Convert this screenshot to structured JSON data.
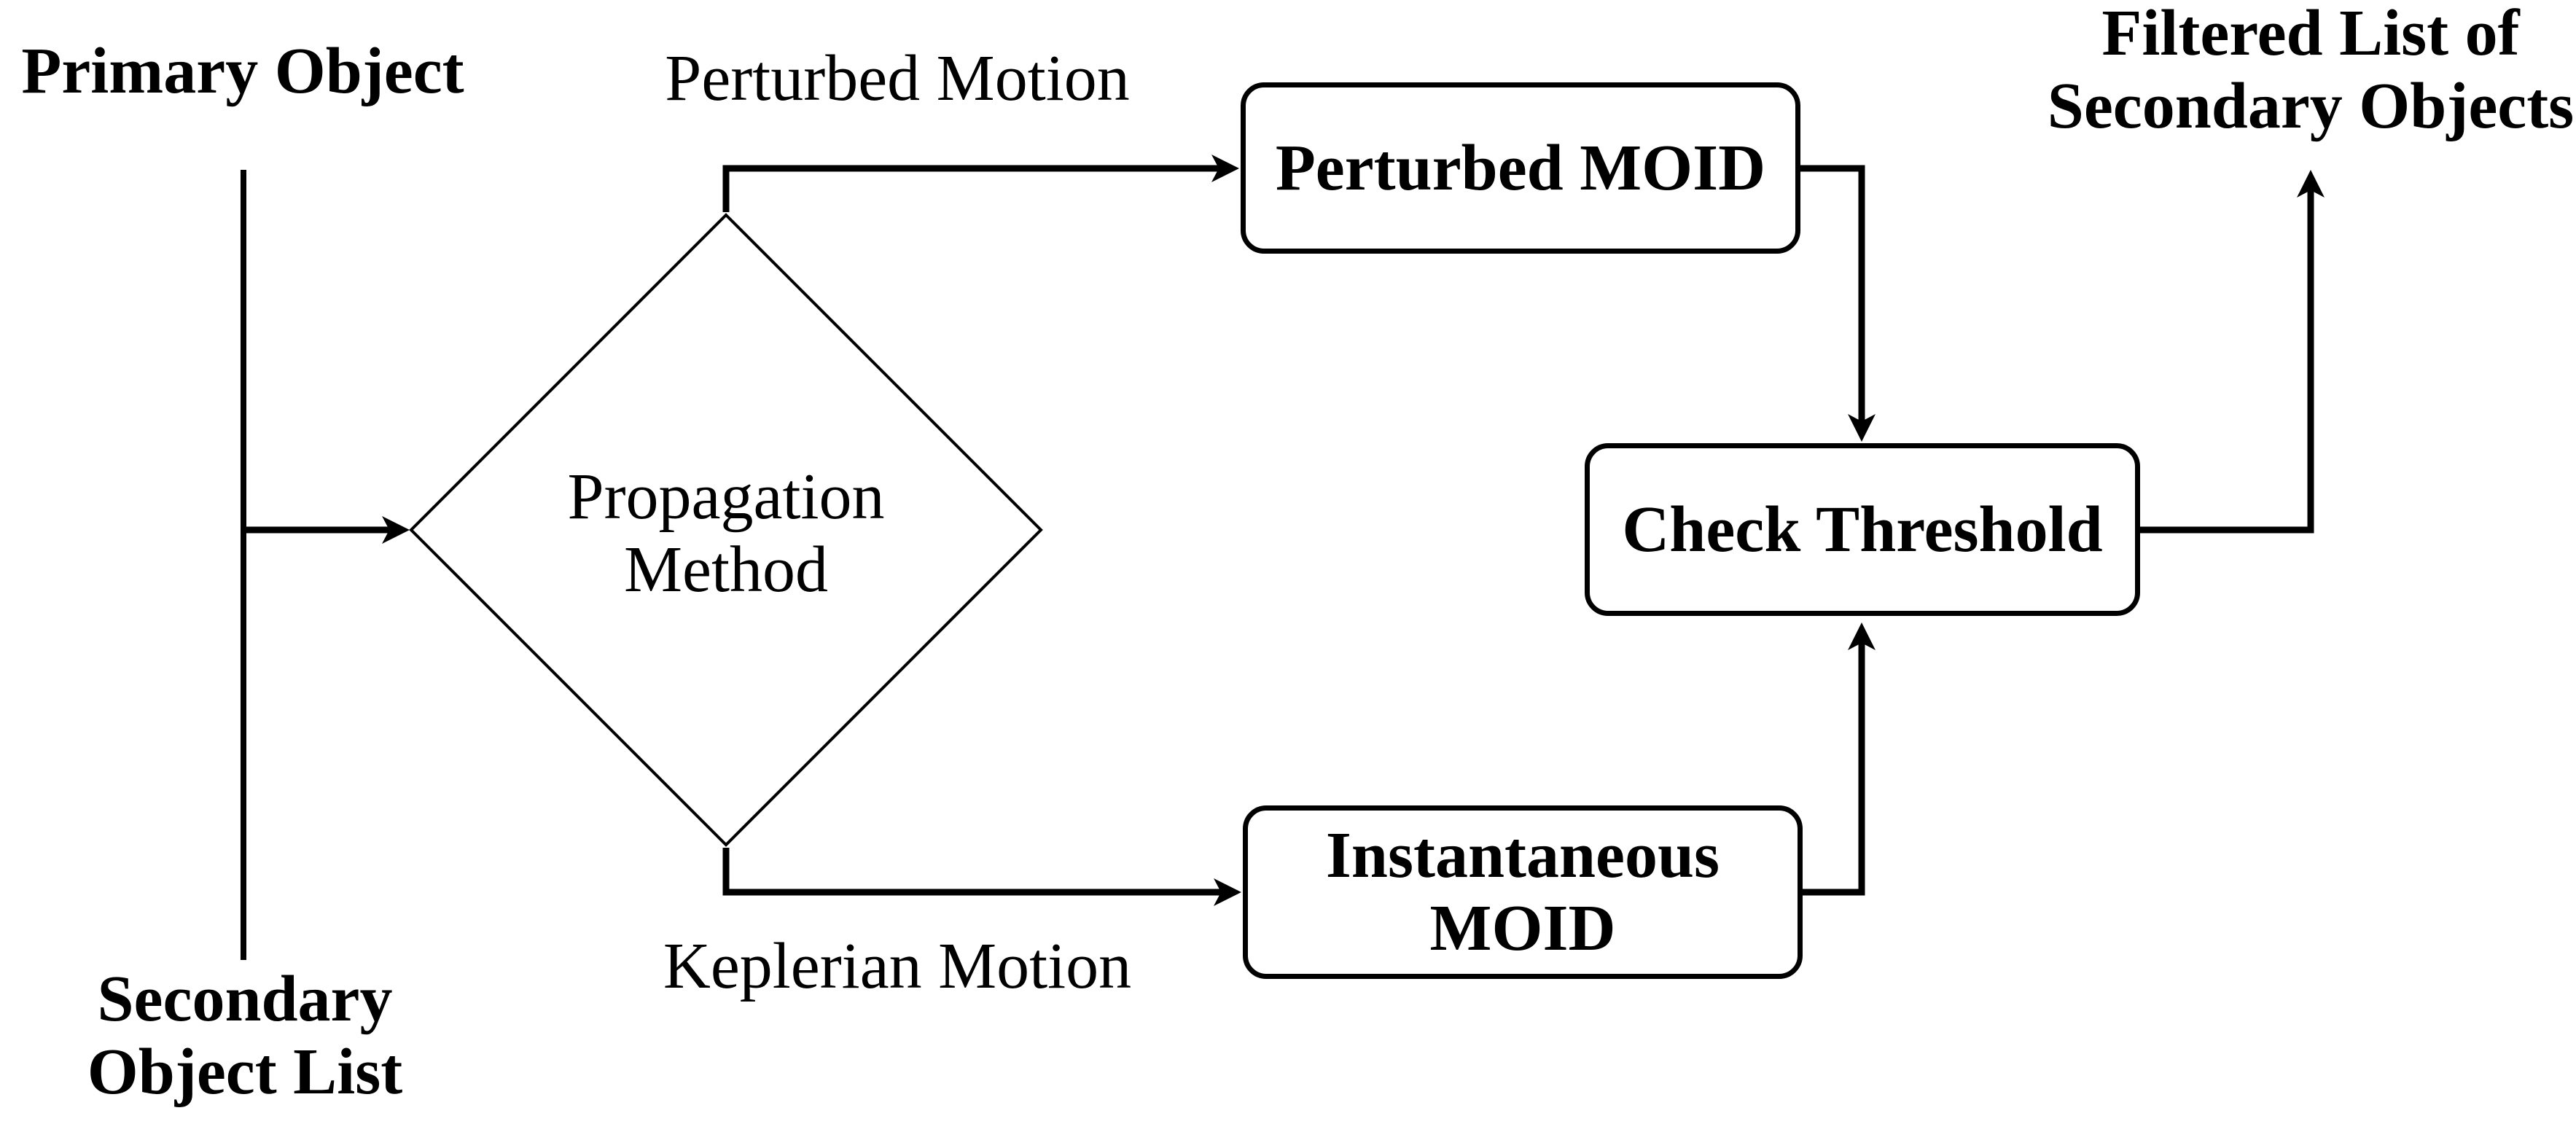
{
  "figure": {
    "background": "#ffffff",
    "ink": "#000000",
    "inputs": {
      "primary_object": "Primary Object",
      "secondary_object_list": {
        "line1": "Secondary",
        "line2": "Object List"
      }
    },
    "decision": {
      "line1": "Propagation",
      "line2": "Method"
    },
    "branches": {
      "top": "Perturbed Motion",
      "bottom": "Keplerian Motion"
    },
    "processes": {
      "perturbed_moid": "Perturbed MOID",
      "check_threshold": "Check Threshold",
      "instantaneous_moid": {
        "line1": "Instantaneous",
        "line2": "MOID"
      }
    },
    "output": {
      "line1": "Filtered List of",
      "line2": "Secondary Objects"
    }
  }
}
